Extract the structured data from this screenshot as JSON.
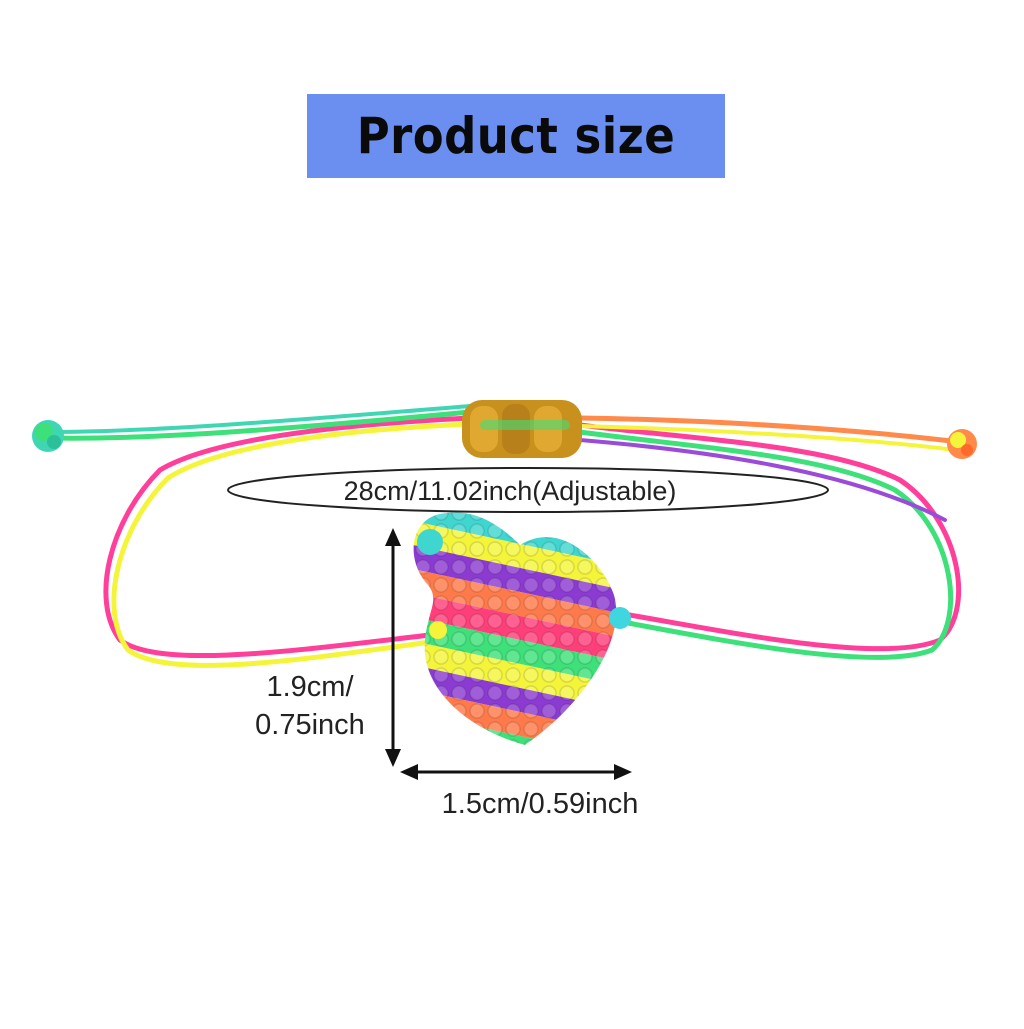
{
  "title": "Product size",
  "dimensions": {
    "length": "28cm/11.02inch(Adjustable)",
    "height_line1": "1.9cm/",
    "height_line2": "0.75inch",
    "width": "1.5cm/0.59inch"
  },
  "colors": {
    "banner": "#6b8ff0",
    "cord_pink": "#ff3f9a",
    "cord_yellow": "#f4f53a",
    "cord_green": "#3ee07a",
    "cord_orange": "#ff8a4a",
    "cord_purple": "#9a4bd8",
    "cord_teal": "#3fd6b4",
    "knot_gold": "#c8901c"
  },
  "heart_stripes": [
    "#3fd6d0",
    "#f4f53a",
    "#8b3bd1",
    "#ff7a4a",
    "#ff3f7a",
    "#3ee07a",
    "#f4f53a",
    "#8b3bd1",
    "#ff7a4a",
    "#3ee07a",
    "#ff3f7a"
  ]
}
